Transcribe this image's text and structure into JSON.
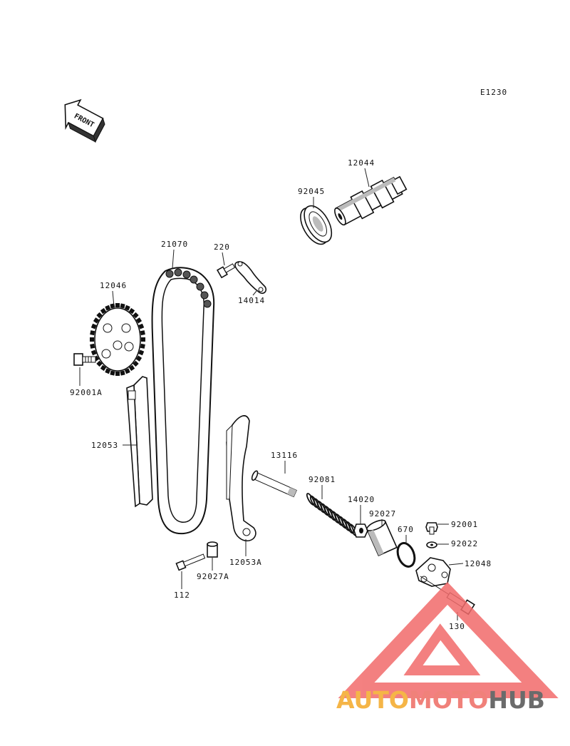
{
  "diagram_code": "E1230",
  "front_label": "FRONT",
  "parts": {
    "camshaft": "12044",
    "bearing": "92045",
    "chain": "21070",
    "bolt_220": "220",
    "plate": "14014",
    "sprocket": "12046",
    "sprocket_bolt": "92001A",
    "chain_guide": "12053",
    "tensioner_guide": "12053A",
    "pin": "13116",
    "spring": "92081",
    "nut": "14020",
    "collar": "92027",
    "oring": "670",
    "bolt_92001": "92001",
    "washer": "92022",
    "tensioner": "12048",
    "bolt_130": "130",
    "bolt_112": "112",
    "collar_a": "92027A"
  },
  "watermark": {
    "text_auto": "AUTO",
    "text_moto": "MOTO",
    "text_hub": "HUB",
    "color_auto": "#f5b547",
    "color_moto": "#f0817a",
    "color_hub": "#6b6b6b",
    "color_triangle": "#f26b6b"
  }
}
